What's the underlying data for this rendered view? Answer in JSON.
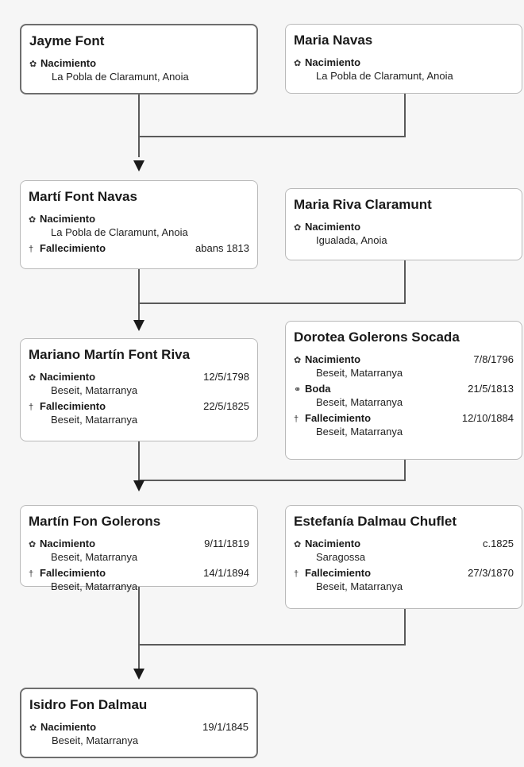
{
  "people": {
    "jayme": {
      "name": "Jayme Font",
      "birth": {
        "symbol": "✿",
        "label": "Nacimiento",
        "place": "La Pobla de Claramunt, Anoia"
      }
    },
    "maria_navas": {
      "name": "Maria Navas",
      "birth": {
        "symbol": "✿",
        "label": "Nacimiento",
        "place": "La Pobla de Claramunt, Anoia"
      }
    },
    "marti": {
      "name": "Martí Font Navas",
      "birth": {
        "symbol": "✿",
        "label": "Nacimiento",
        "place": "La Pobla de Claramunt, Anoia"
      },
      "death": {
        "symbol": "†",
        "label": "Fallecimiento",
        "date": "abans 1813"
      }
    },
    "maria_riva": {
      "name": "Maria Riva Claramunt",
      "birth": {
        "symbol": "✿",
        "label": "Nacimiento",
        "place": "Igualada, Anoia"
      }
    },
    "mariano": {
      "name": "Mariano Martín Font Riva",
      "birth": {
        "symbol": "✿",
        "label": "Nacimiento",
        "date": "12/5/1798",
        "place": "Beseit, Matarranya"
      },
      "death": {
        "symbol": "†",
        "label": "Fallecimiento",
        "date": "22/5/1825",
        "place": "Beseit, Matarranya"
      }
    },
    "dorotea": {
      "name": "Dorotea Golerons Socada",
      "birth": {
        "symbol": "✿",
        "label": "Nacimiento",
        "date": "7/8/1796",
        "place": "Beseit, Matarranya"
      },
      "marriage": {
        "symbol": "⚭",
        "label": "Boda",
        "date": "21/5/1813",
        "place": "Beseit, Matarranya"
      },
      "death": {
        "symbol": "†",
        "label": "Fallecimiento",
        "date": "12/10/1884",
        "place": "Beseit, Matarranya"
      }
    },
    "martin": {
      "name": "Martín Fon Golerons",
      "birth": {
        "symbol": "✿",
        "label": "Nacimiento",
        "date": "9/11/1819",
        "place": "Beseit, Matarranya"
      },
      "death": {
        "symbol": "†",
        "label": "Fallecimiento",
        "date": "14/1/1894",
        "place": "Beseit, Matarranya"
      }
    },
    "estefania": {
      "name": "Estefanía Dalmau Chuflet",
      "birth": {
        "symbol": "✿",
        "label": "Nacimiento",
        "date": "c.1825",
        "place": "Saragossa"
      },
      "death": {
        "symbol": "†",
        "label": "Fallecimiento",
        "date": "27/3/1870",
        "place": "Beseit, Matarranya"
      }
    },
    "isidro": {
      "name": "Isidro Fon Dalmau",
      "birth": {
        "symbol": "✿",
        "label": "Nacimiento",
        "date": "19/1/1845",
        "place": "Beseit, Matarranya"
      }
    }
  },
  "colors": {
    "line": "#5a5a5a",
    "card_border": "#b9b9b9",
    "card_border_bold": "#6e6e6e",
    "background": "#f6f6f6"
  }
}
